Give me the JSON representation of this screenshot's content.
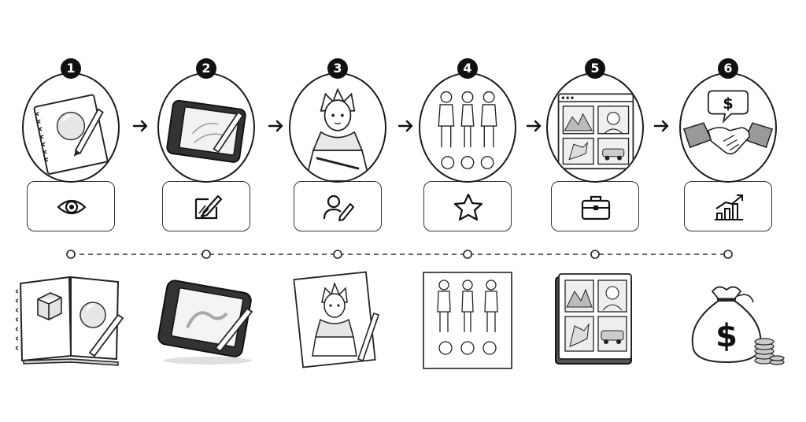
{
  "steps": [
    {
      "number": "1",
      "circle_icon": "sketchbook-sphere-icon",
      "card_icon": "eye-icon",
      "bottom_icon": "open-sketchbook-icon"
    },
    {
      "number": "2",
      "circle_icon": "drawing-tablet-icon",
      "card_icon": "edit-square-icon",
      "bottom_icon": "drawing-tablet-icon"
    },
    {
      "number": "3",
      "circle_icon": "character-portrait-icon",
      "card_icon": "user-edit-icon",
      "bottom_icon": "character-sketch-icon"
    },
    {
      "number": "4",
      "circle_icon": "character-turnaround-icon",
      "card_icon": "star-icon",
      "bottom_icon": "character-sheet-icon"
    },
    {
      "number": "5",
      "circle_icon": "portfolio-window-icon",
      "card_icon": "briefcase-icon",
      "bottom_icon": "portfolio-book-icon"
    },
    {
      "number": "6",
      "circle_icon": "handshake-dollar-icon",
      "card_icon": "growth-chart-icon",
      "bottom_icon": "money-bag-icon"
    }
  ],
  "colors": {
    "ink": "#1a1a1a",
    "paper": "#ffffff",
    "shade": "#d9d9d9"
  }
}
